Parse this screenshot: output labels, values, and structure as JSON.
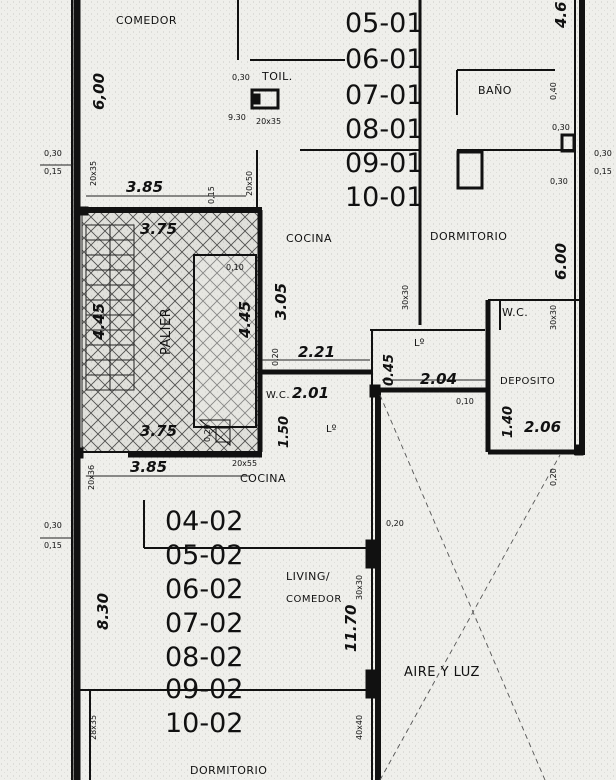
{
  "rooms": {
    "comedor_top": "COMEDOR",
    "toilet": "TOIL.",
    "bano": "BAÑO",
    "cocina_top": "COCINA",
    "dormitorio_top": "DORMITORIO",
    "palier": "PALIER",
    "wc_top": "W.C.",
    "deposito": "DEPOSITO",
    "wc_mid": "W.C.",
    "cocina_mid": "COCINA",
    "living": "LIVING/",
    "living2": "COMEDOR",
    "aire_luz": "AIRE Y LUZ",
    "dormitorio_bottom": "DORMITORIO"
  },
  "units_top": [
    "05-01",
    "06-01",
    "07-01",
    "08-01",
    "09-01",
    "10-01"
  ],
  "units_bottom": [
    "04-02",
    "05-02",
    "06-02",
    "07-02",
    "08-02",
    "09-02",
    "10-02"
  ],
  "dimensions": {
    "d600_left": "6,00",
    "d385_top": "3.85",
    "d375_top": "3.75",
    "d445_left": "4.45",
    "d445_right": "4.45",
    "d305": "3.05",
    "d221": "2.21",
    "d045": "0.45",
    "d204": "2.04",
    "d201": "2.01",
    "d150": "1.50",
    "d140": "1.40",
    "d206": "2.06",
    "d375_bottom": "3.75",
    "d385_bottom": "3.85",
    "d600_right": "6.00",
    "d830": "8.30",
    "d1170": "11.70",
    "d46_top": "4.6"
  },
  "small_labels": {
    "s030_a": "0,30",
    "s015_a": "0,15",
    "s030_b": "0,30",
    "s015_b": "0,15",
    "s030_r": "0,30",
    "s015_r": "0,15",
    "s020_wc": "0,20",
    "s010_a": "0,10",
    "s010_b": "0,10",
    "s020_c": "0,20",
    "s020_d": "0,20",
    "s020_e": "0,20",
    "s015_c": "0,15",
    "s030_toil": "0,30",
    "s930": "9.30",
    "s20x35_a": "20x35",
    "s20x35_b": "20x35",
    "s40x40": "40x40",
    "s30x30_a": "30x30",
    "s30x30_b": "30x30",
    "s30x30_c": "30x30",
    "s20x55": "20x55",
    "s20x50": "20x50",
    "s20x36": "20x36",
    "s28x35": "28x35",
    "s030_c": "0,30",
    "s030_d": "0,30",
    "s040": "0,40",
    "la": "Lº",
    "lb": "Lº"
  }
}
